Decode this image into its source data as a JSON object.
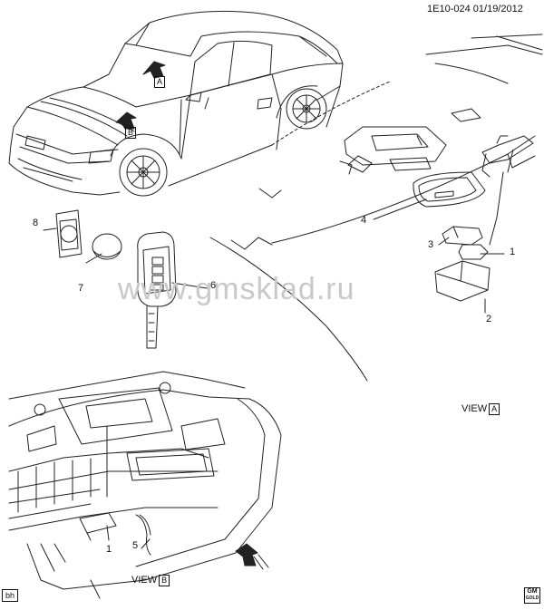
{
  "header": {
    "diagram_id": "1E10-024",
    "date": "01/19/2012"
  },
  "watermark": "www.gmsklad.ru",
  "views": {
    "view_a_prefix": "VIEW",
    "view_a_letter": "A",
    "view_b_prefix": "VIEW",
    "view_b_letter": "B"
  },
  "car_markers": {
    "a": "A",
    "b": "B"
  },
  "callouts": {
    "c1_top": "1",
    "c2": "2",
    "c3": "3",
    "c4": "4",
    "c5": "5",
    "c6": "6",
    "c7": "7",
    "c8": "8",
    "c1_bottom": "1"
  },
  "footer": {
    "corner_code": "bh",
    "logo_top": "GM",
    "logo_bottom": "GOLD"
  }
}
